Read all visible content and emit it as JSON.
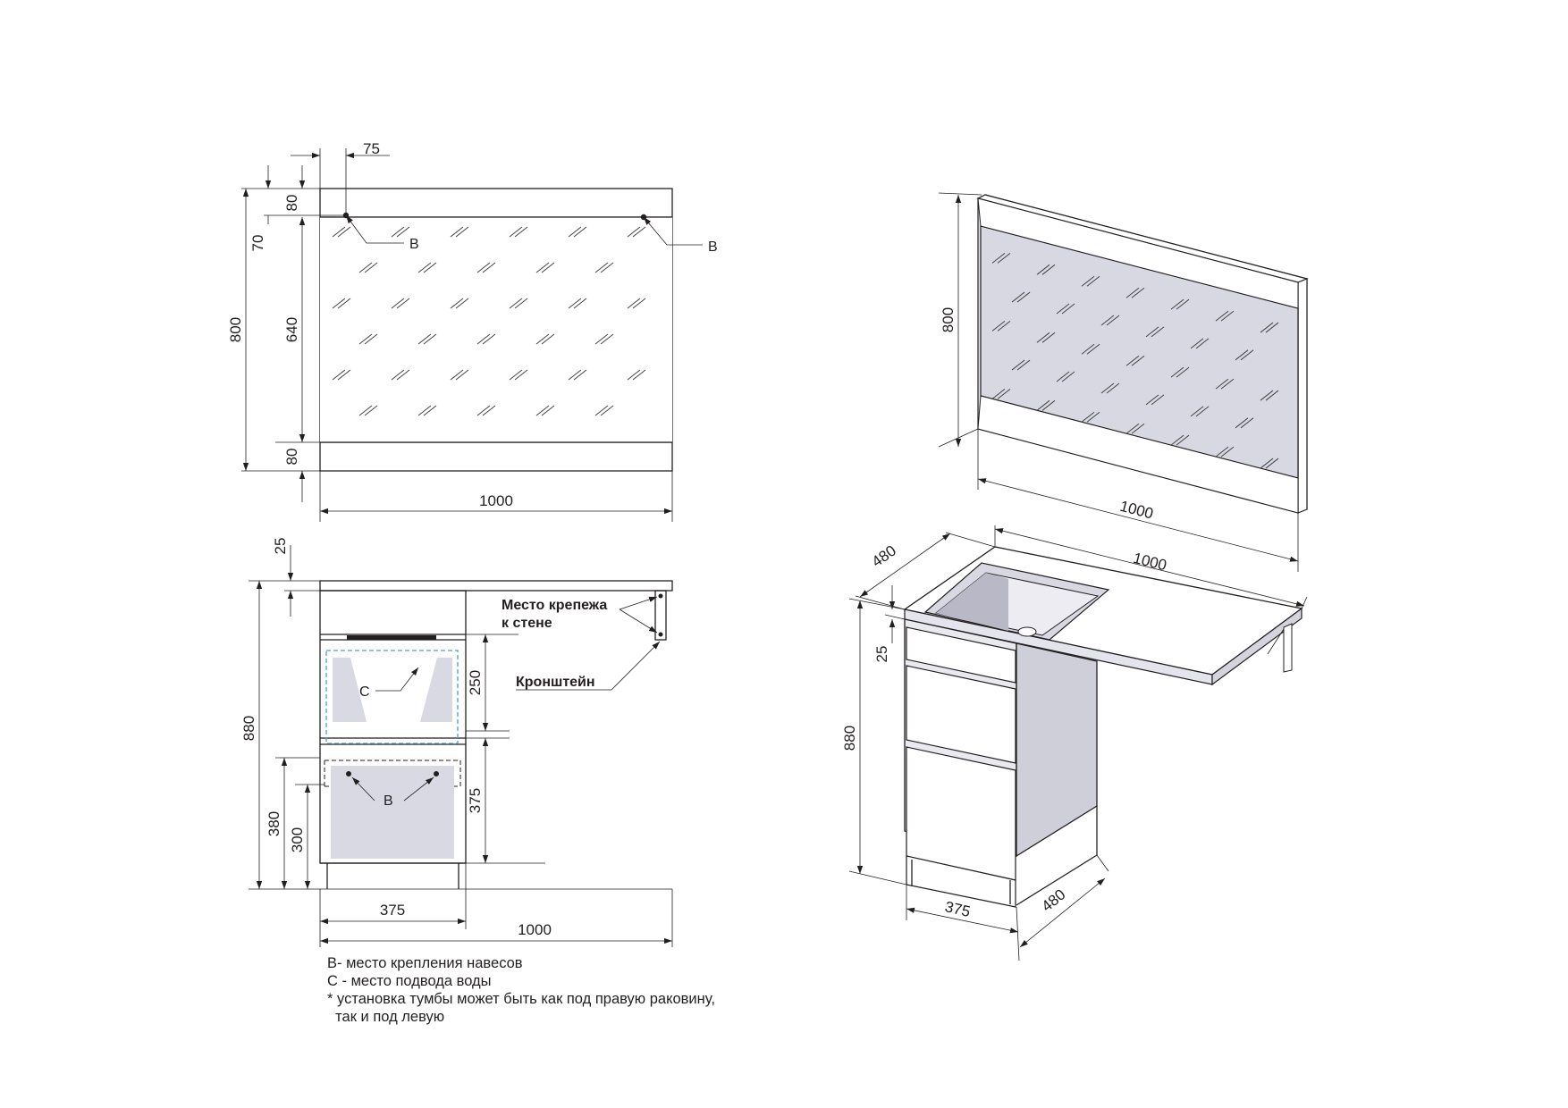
{
  "dimensions": {
    "mirror_top_offset": "75",
    "mirror_top_frame": "80",
    "mirror_bolt_offset": "70",
    "mirror_height": "800",
    "mirror_glass_height": "640",
    "mirror_bottom_frame": "80",
    "mirror_width": "1000",
    "cabinet_top_thickness": "25",
    "cabinet_height": "880",
    "pipe_zone": "250",
    "lower_zone": "375",
    "hinge_height_380": "380",
    "hinge_height_300": "300",
    "cabinet_width": "375",
    "total_width": "1000",
    "iso_mirror_height": "800",
    "iso_mirror_width": "1000",
    "iso_top_depth": "480",
    "iso_top_width": "1000",
    "iso_top_thickness": "25",
    "iso_cabinet_height": "880",
    "iso_cabinet_width": "375",
    "iso_cabinet_depth": "480"
  },
  "labels": {
    "hinge_point": "B",
    "water_inlet": "C",
    "wall_mount_line1": "Место крепежа",
    "wall_mount_line2": "к стене",
    "bracket": "Кронштейн"
  },
  "legend": [
    "В- место крепления навесов",
    "С - место подвода воды",
    "* установка тумбы может быть как под правую раковину,",
    "  так и под левую"
  ]
}
